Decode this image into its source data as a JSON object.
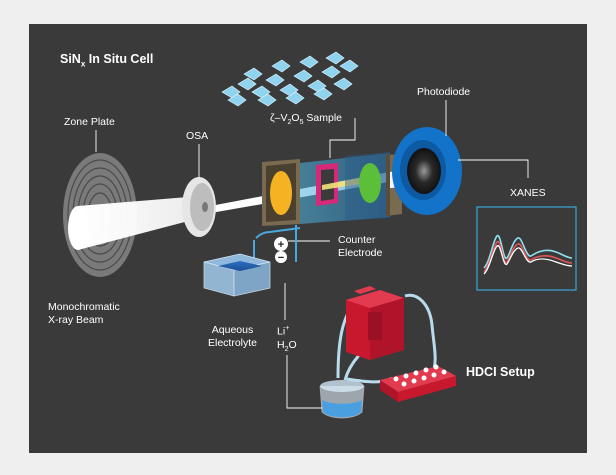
{
  "title": {
    "main": "SiN",
    "sub": "x",
    "rest": " In Situ Cell"
  },
  "labels": {
    "zone_plate": "Zone Plate",
    "osa": "OSA",
    "sample_prefix": "ζ–V",
    "sample_sub1": "2",
    "sample_mid": "O",
    "sample_sub2": "5",
    "sample_suffix": " Sample",
    "photodiode": "Photodiode",
    "xanes": "XANES",
    "counter_line1": "Counter",
    "counter_line2": "Electrode",
    "beam_line1": "Monochromatic",
    "beam_line2": "X-ray Beam",
    "electrolyte_line1": "Aqueous",
    "electrolyte_line2": "Electrolyte",
    "li": "Li",
    "li_sup": "+",
    "water_h": "H",
    "water_sub": "2",
    "water_o": "O",
    "hdci": "HDCI Setup",
    "plus": "+",
    "minus": "−"
  },
  "colors": {
    "background": "#efefef",
    "panel": "#3a3a3a",
    "beam": "#ffffff",
    "yellow": "#f5b323",
    "magenta": "#d6297a",
    "green": "#5bbf3a",
    "photodiode_blue": "#1273c9",
    "crystal_blue": "#8fd3ef",
    "plot_frame": "#3aa7d8",
    "pump_red": "#d41f36",
    "tube": "#b9dcec",
    "xanes_cyan": "#8fe0ef",
    "xanes_red": "#e0555b",
    "xanes_white": "#ffffff"
  }
}
